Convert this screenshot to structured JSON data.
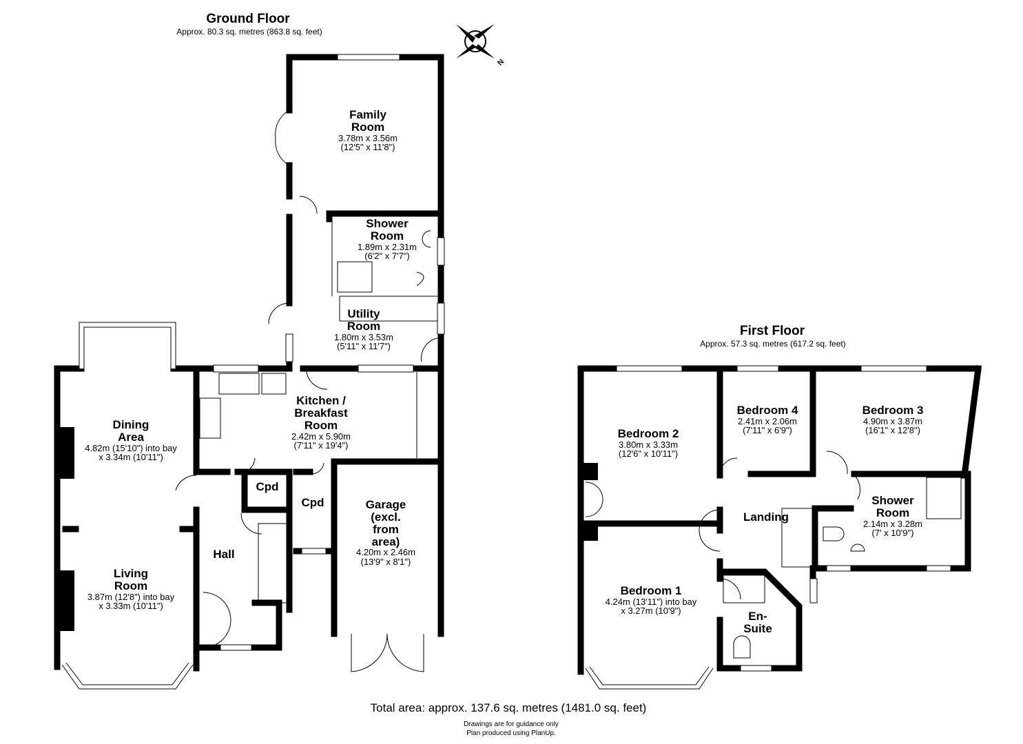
{
  "ground_floor": {
    "title": "Ground Floor",
    "area": "Approx. 80.3 sq. metres (863.8 sq. feet)",
    "rooms": [
      {
        "name_lines": [
          "Family",
          "Room"
        ],
        "dims": [
          "3.78m x 3.56m",
          "(12'5\" x 11'8\")"
        ]
      },
      {
        "name_lines": [
          "Shower",
          "Room"
        ],
        "dims": [
          "1.89m x 2.31m",
          "(6'2\" x 7'7\")"
        ]
      },
      {
        "name_lines": [
          "Utility",
          "Room"
        ],
        "dims": [
          "1.80m x 3.53m",
          "(5'11\" x 11'7\")"
        ]
      },
      {
        "name_lines": [
          "Kitchen /",
          "Breakfast",
          "Room"
        ],
        "dims": [
          "2.42m x 5.90m",
          "(7'11\" x 19'4\")"
        ]
      },
      {
        "name_lines": [
          "Dining",
          "Area"
        ],
        "dims": [
          "4.82m (15'10\") into bay",
          "x 3.34m (10'11\")"
        ]
      },
      {
        "name_lines": [
          "Living",
          "Room"
        ],
        "dims": [
          "3.87m (12'8\") into bay",
          "x 3.33m (10'11\")"
        ]
      },
      {
        "name_lines": [
          "Cpd"
        ],
        "dims": []
      },
      {
        "name_lines": [
          "Cpd"
        ],
        "dims": []
      },
      {
        "name_lines": [
          "Hall"
        ],
        "dims": []
      },
      {
        "name_lines": [
          "Garage",
          "(excl.",
          "from",
          "area)"
        ],
        "dims": [
          "4.20m x 2.46m",
          "(13'9\" x 8'1\")"
        ]
      }
    ]
  },
  "first_floor": {
    "title": "First Floor",
    "area": "Approx. 57.3 sq. metres (617.2 sq. feet)",
    "rooms": [
      {
        "name_lines": [
          "Bedroom 2"
        ],
        "dims": [
          "3.80m x 3.33m",
          "(12'6\" x 10'11\")"
        ]
      },
      {
        "name_lines": [
          "Bedroom 4"
        ],
        "dims": [
          "2.41m x 2.06m",
          "(7'11\" x 6'9\")"
        ]
      },
      {
        "name_lines": [
          "Bedroom 3"
        ],
        "dims": [
          "4.90m x 3.87m",
          "(16'1\" x 12'8\")"
        ]
      },
      {
        "name_lines": [
          "Landing"
        ],
        "dims": []
      },
      {
        "name_lines": [
          "Shower",
          "Room"
        ],
        "dims": [
          "2.14m x 3.28m",
          "(7' x 10'9\")"
        ]
      },
      {
        "name_lines": [
          "Bedroom 1"
        ],
        "dims": [
          "4.24m (13'11\") into bay",
          "x 3.27m (10'9\")"
        ]
      },
      {
        "name_lines": [
          "En-",
          "Suite"
        ],
        "dims": []
      }
    ]
  },
  "compass_label": "N",
  "footer": {
    "total": "Total area: approx. 137.6 sq. metres (1481.0 sq. feet)",
    "note1": "Drawings are for guidance only",
    "note2": "Plan produced using PlanUp."
  }
}
